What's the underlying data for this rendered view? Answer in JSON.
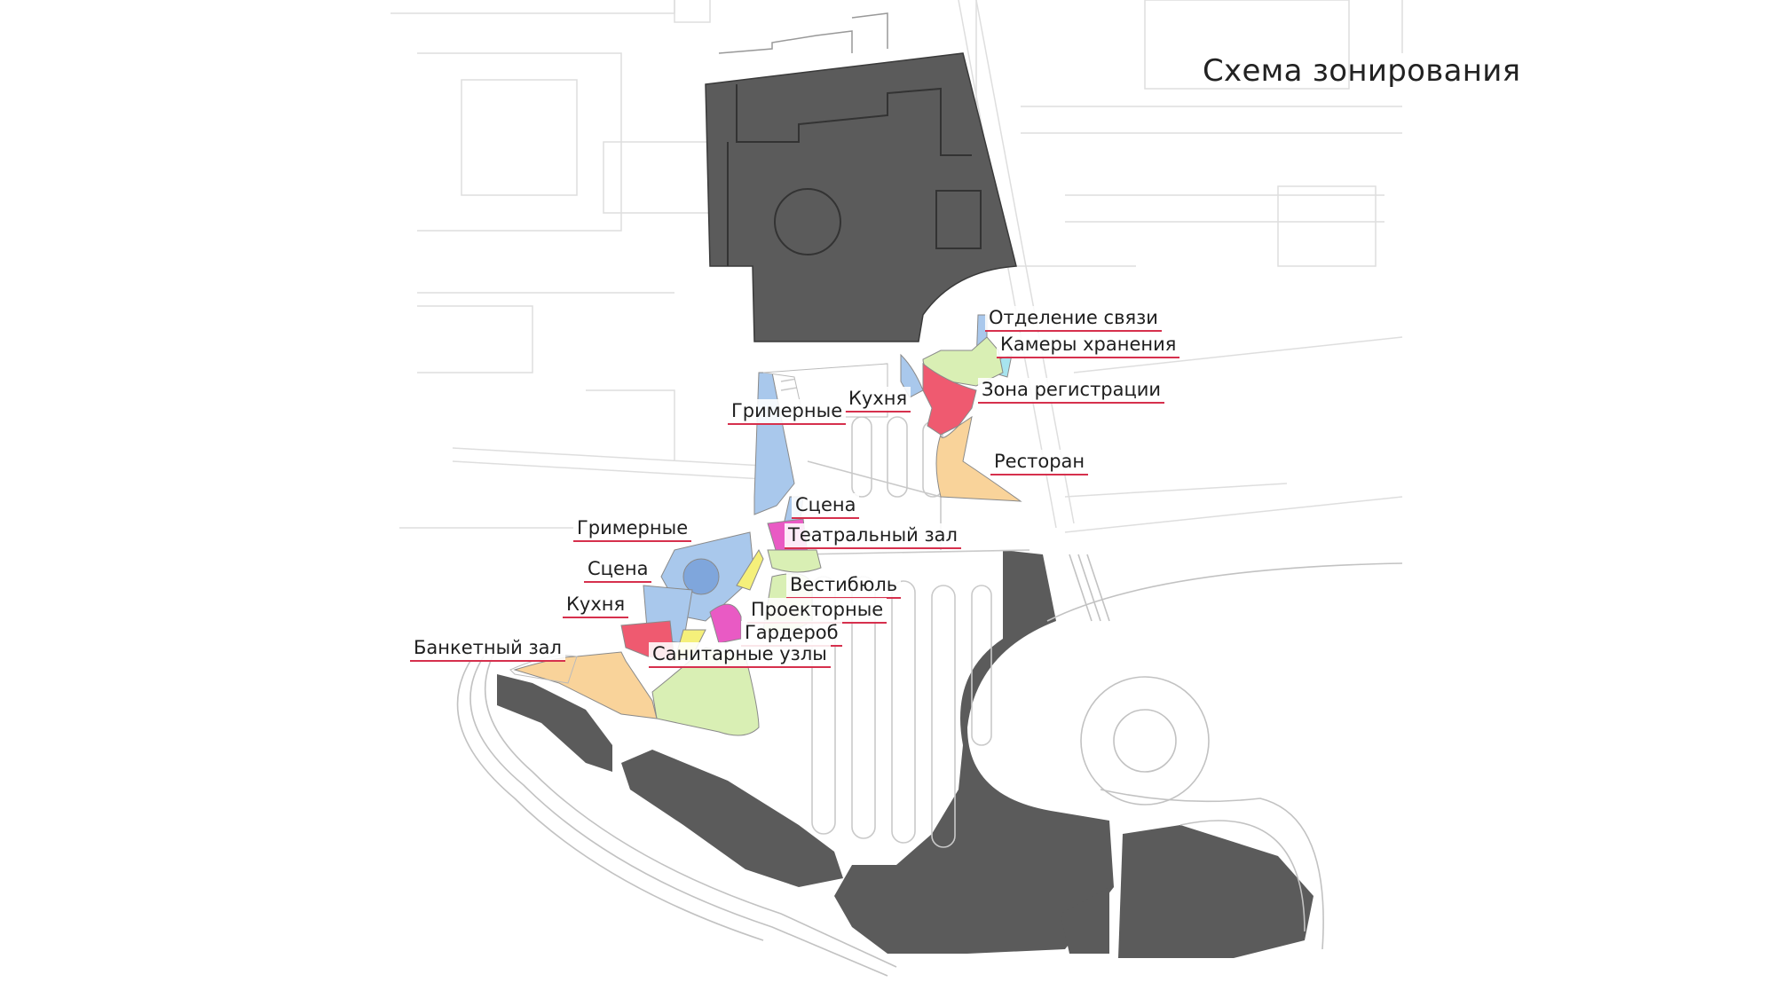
{
  "title": "Схема зонирования",
  "colors": {
    "building": "#5a5a5a",
    "parking_lines": "#cfcfcf",
    "context_lines": "#d9d9d9",
    "underline": "#d6304d",
    "zone_blue": "#a9c8ec",
    "zone_blue_dark": "#7fa6dc",
    "zone_green": "#d9efb4",
    "zone_orange": "#f9d39a",
    "zone_pink": "#e95ac4",
    "zone_red": "#ef5a70",
    "zone_yellow": "#f5f07a",
    "zone_cyan": "#a7e4ef"
  },
  "labels": [
    {
      "id": "otdelenie-svyazi",
      "text": "Отделение связи"
    },
    {
      "id": "kamery-hraneniya",
      "text": "Камеры хранения"
    },
    {
      "id": "kuhnya-1",
      "text": "Кухня"
    },
    {
      "id": "zona-registracii",
      "text": "Зона регистрации"
    },
    {
      "id": "grimernye-1",
      "text": "Гримерные"
    },
    {
      "id": "restoran",
      "text": "Ресторан"
    },
    {
      "id": "scena-1",
      "text": "Сцена"
    },
    {
      "id": "teatralnyj-zal",
      "text": "Театральный зал"
    },
    {
      "id": "grimernye-2",
      "text": "Гримерные"
    },
    {
      "id": "scena-2",
      "text": "Сцена"
    },
    {
      "id": "vestibyul",
      "text": "Вестибюль"
    },
    {
      "id": "kuhnya-2",
      "text": "Кухня"
    },
    {
      "id": "proektornye",
      "text": "Проекторные"
    },
    {
      "id": "garderob",
      "text": "Гардероб"
    },
    {
      "id": "banketnyj-zal",
      "text": "Банкетный зал"
    },
    {
      "id": "sanitarnye-uzly",
      "text": "Санитарные узлы"
    }
  ]
}
